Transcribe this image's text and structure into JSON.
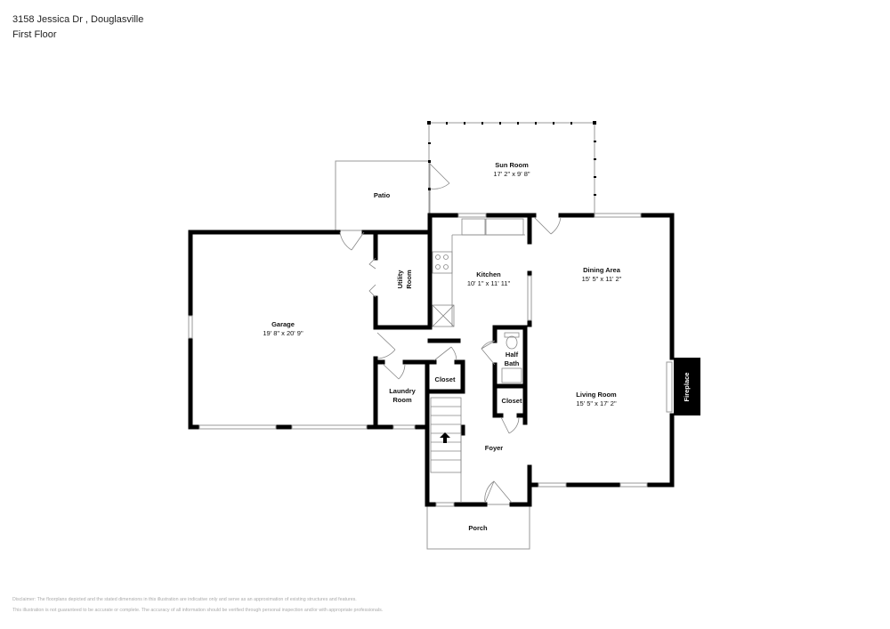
{
  "header": {
    "address": "3158 Jessica Dr , Douglasville",
    "floor": "First Floor"
  },
  "rooms": {
    "sun_room": {
      "name": "Sun Room",
      "dims": "17' 2\" x 9' 8\""
    },
    "patio": {
      "name": "Patio"
    },
    "garage": {
      "name": "Garage",
      "dims": "19' 8\" x 20' 9\""
    },
    "utility": {
      "name1": "Utility",
      "name2": "Room"
    },
    "kitchen": {
      "name": "Kitchen",
      "dims": "10' 1\" x 11' 11\""
    },
    "dining": {
      "name": "Dining Area",
      "dims": "15' 5\" x 11' 2\""
    },
    "half_bath": {
      "name1": "Half",
      "name2": "Bath"
    },
    "closet1": {
      "name": "Closet"
    },
    "closet2": {
      "name": "Closet"
    },
    "laundry": {
      "name1": "Laundry",
      "name2": "Room"
    },
    "living": {
      "name": "Living Room",
      "dims": "15' 5\" x 17' 2\""
    },
    "fireplace": {
      "name": "Fireplace"
    },
    "foyer": {
      "name": "Foyer"
    },
    "porch": {
      "name": "Porch"
    }
  },
  "disclaimer": {
    "line1": "Disclaimer: The floorplans depicted and the stated dimensions in this illustration are indicative only and serve as an approximation of existing structures and features.",
    "line2": "This illustration is not guaranteed to be accurate or complete. The accuracy of all information should be verified through personal inspection and/or with appropriate professionals."
  }
}
